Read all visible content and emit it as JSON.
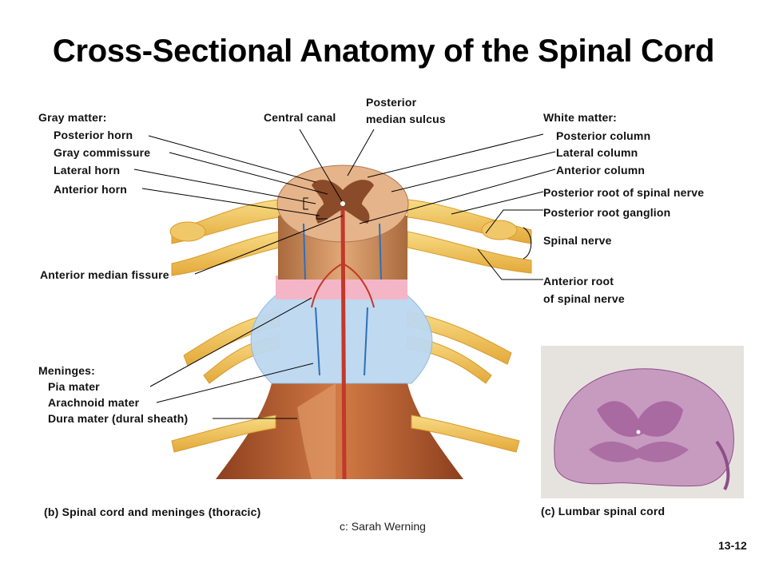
{
  "title": "Cross-Sectional Anatomy of the Spinal Cord",
  "labels": {
    "gray_matter": "Gray matter:",
    "posterior_horn": "Posterior horn",
    "gray_commissure": "Gray commissure",
    "lateral_horn": "Lateral horn",
    "anterior_horn": "Anterior horn",
    "central_canal": "Central canal",
    "posterior_median_sulcus_1": "Posterior",
    "posterior_median_sulcus_2": "median sulcus",
    "white_matter": "White matter:",
    "posterior_column": "Posterior column",
    "lateral_column": "Lateral column",
    "anterior_column": "Anterior column",
    "posterior_root": "Posterior root of spinal nerve",
    "posterior_root_ganglion": "Posterior root ganglion",
    "spinal_nerve": "Spinal nerve",
    "anterior_root_1": "Anterior root",
    "anterior_root_2": "of spinal nerve",
    "anterior_median_fissure": "Anterior median fissure",
    "meninges": "Meninges:",
    "pia_mater": "Pia mater",
    "arachnoid_mater": "Arachnoid mater",
    "dura_mater": "Dura mater (dural sheath)"
  },
  "captions": {
    "b": "(b) Spinal cord and meninges (thoracic)",
    "c": "(c) Lumbar spinal cord"
  },
  "credit": "c: Sarah Werning",
  "page_number": "13-12",
  "colors": {
    "nerve": "#f2c14e",
    "cord": "#c98a5a",
    "gray_matter": "#8a4b2a",
    "pia": "#f4b6c6",
    "arachnoid": "#bcd8f0",
    "dura": "#b55a2c",
    "artery": "#c0392b",
    "vein": "#2e6fb8",
    "histology": "#b06aa8"
  }
}
